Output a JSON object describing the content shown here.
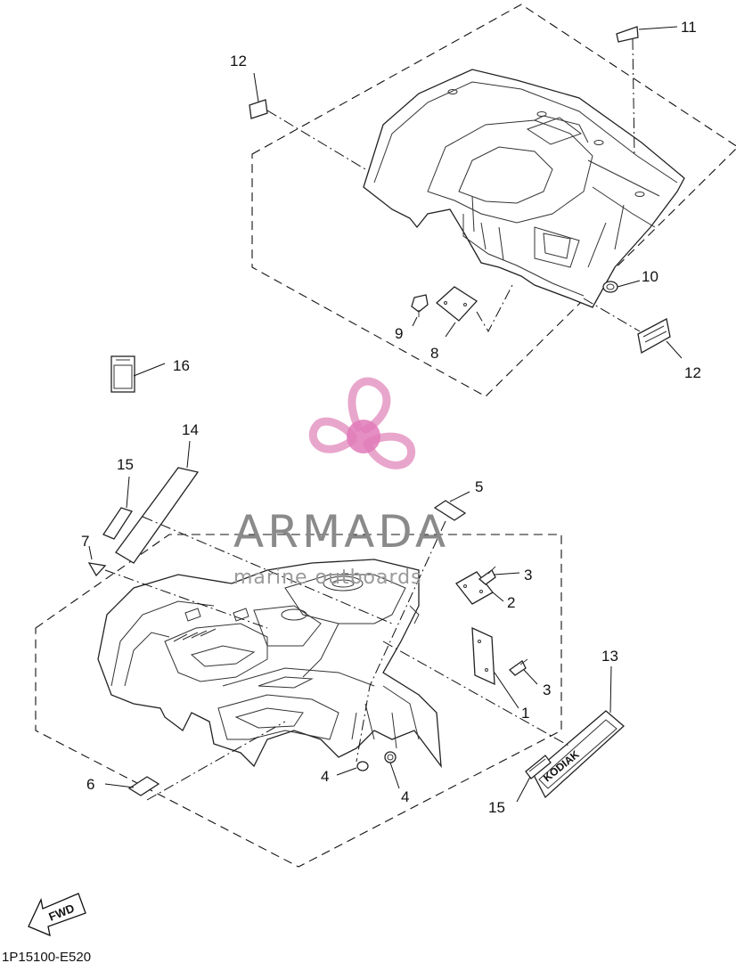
{
  "callouts": {
    "c1": "1",
    "c2": "2",
    "c3a": "3",
    "c3b": "3",
    "c4a": "4",
    "c4b": "4",
    "c5": "5",
    "c6": "6",
    "c7": "7",
    "c8": "8",
    "c9": "9",
    "c10": "10",
    "c11": "11",
    "c12a": "12",
    "c12b": "12",
    "c13": "13",
    "c14": "14",
    "c15a": "15",
    "c15b": "15",
    "c16": "16"
  },
  "watermark": {
    "brand": "ARMADA",
    "tagline": "marine outboards"
  },
  "decal_text": "KODIAK",
  "fwd_label": "FWD",
  "figure_code": "1P15100-E520",
  "colors": {
    "watermark_logo": "#e9a6cc",
    "watermark_logo_center": "#e07ab8",
    "watermark_text": "#8a8a8a",
    "line": "#111111"
  }
}
